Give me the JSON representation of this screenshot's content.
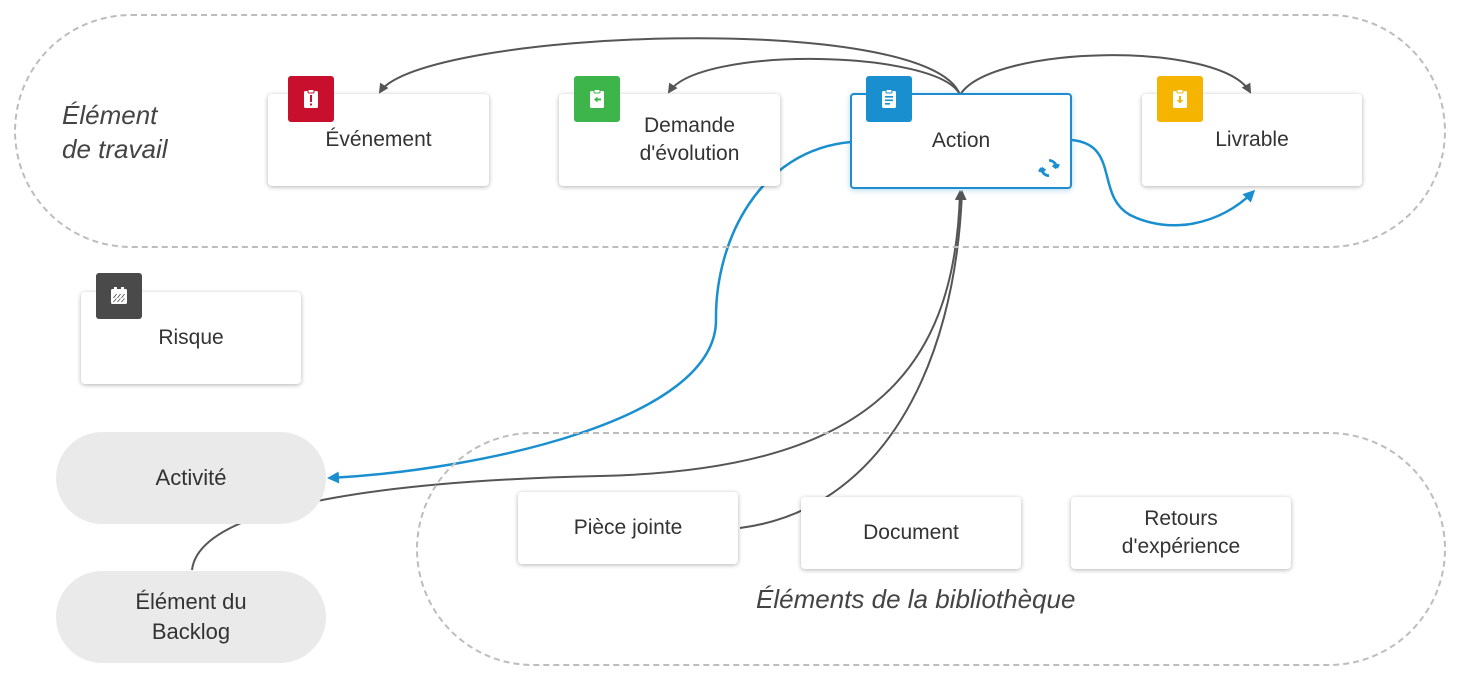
{
  "groups": {
    "work_item": {
      "label": "Élément\nde travail"
    },
    "library": {
      "label": "Éléments de la bibliothèque"
    }
  },
  "work_items": {
    "evenement": {
      "label": "Événement",
      "icon": "alert-clipboard-icon",
      "color": "#c8102e"
    },
    "demande": {
      "label": "Demande\nd'évolution",
      "icon": "arrow-left-clipboard-icon",
      "color": "#3db54a"
    },
    "action": {
      "label": "Action",
      "icon": "list-clipboard-icon",
      "color": "#1a8fd0",
      "status_icon": "sync-icon"
    },
    "livrable": {
      "label": "Livrable",
      "icon": "arrow-down-clipboard-icon",
      "color": "#f5b400"
    }
  },
  "risque": {
    "label": "Risque",
    "icon": "risk-icon",
    "color": "#4a4a4a"
  },
  "pills": {
    "activite": "Activité",
    "backlog": "Élément du\nBacklog"
  },
  "library_items": {
    "piece_jointe": "Pièce jointe",
    "document": "Document",
    "retours": "Retours\nd'expérience"
  },
  "colors": {
    "connector_gray": "#555555",
    "connector_blue": "#1a8fd0",
    "dash": "#bdbdbd"
  }
}
